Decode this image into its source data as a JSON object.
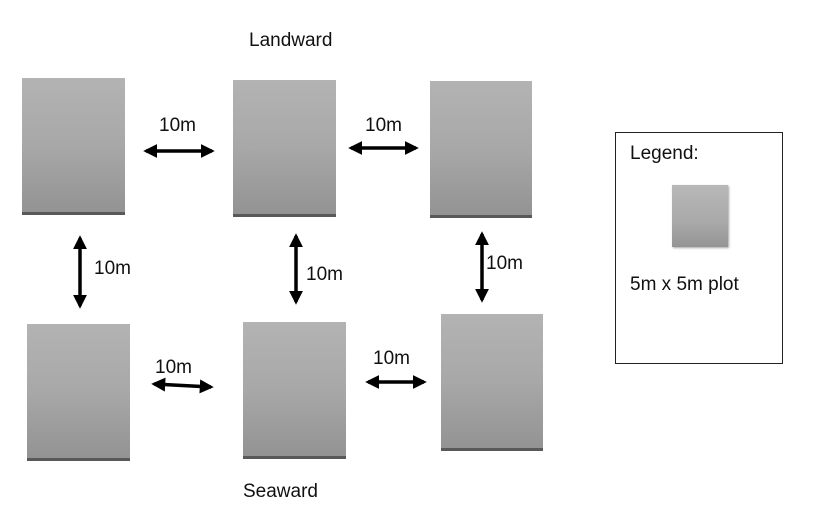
{
  "labels": {
    "top": "Landward",
    "bottom": "Seaward"
  },
  "distances": [
    {
      "id": "top-left",
      "text": "10m"
    },
    {
      "id": "top-right",
      "text": "10m"
    },
    {
      "id": "left-vertical",
      "text": "10m"
    },
    {
      "id": "center-vertical",
      "text": "10m"
    },
    {
      "id": "right-vertical",
      "text": "10m"
    },
    {
      "id": "bottom-left",
      "text": "10m"
    },
    {
      "id": "bottom-right",
      "text": "10m"
    }
  ],
  "legend": {
    "title": "Legend:",
    "item": "5m x 5m plot"
  },
  "colors": {
    "plot": "#a8a8a8",
    "plot_edge": "#595959",
    "arrow": "#000000"
  }
}
